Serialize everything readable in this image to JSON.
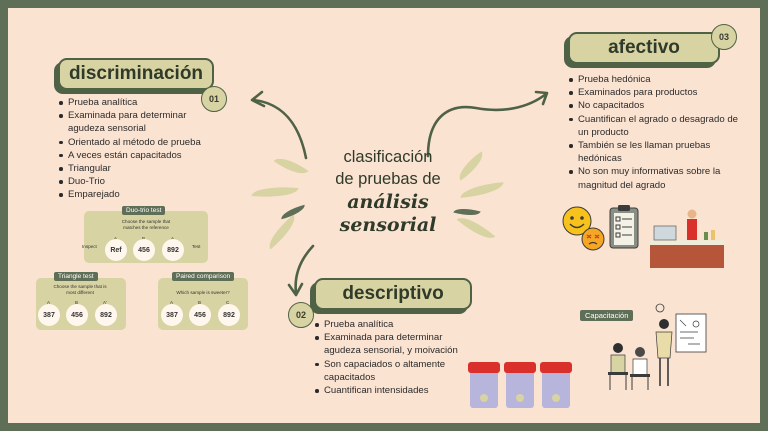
{
  "center": {
    "line1": "clasificación",
    "line2": "de pruebas de",
    "line3": "análisis",
    "line4": "sensorial"
  },
  "discriminacion": {
    "title": "discriminación",
    "number": "01",
    "items": [
      "Prueba analítica",
      "Examinada para determinar agudeza sensorial",
      "Orientado al método de prueba",
      "A veces están capacitados",
      "Triangular",
      "Duo-Trio",
      "Emparejado"
    ]
  },
  "afectivo": {
    "title": "afectivo",
    "number": "03",
    "items": [
      "Prueba hedónica",
      "Examinados para productos",
      "No capacitados",
      "Cuantifican el agrado o desagrado de un producto",
      "También se les llaman pruebas hedónicas",
      "No son muy informativas sobre la magnitud del agrado"
    ]
  },
  "descriptivo": {
    "title": "descriptivo",
    "number": "02",
    "items": [
      "Prueba analítica",
      "Examinada para determinar agudeza sensorial, y moivación",
      "Son capaciados o altamente capacitados",
      "Cuantifican intensidades"
    ]
  },
  "duo_trio": {
    "tag": "Duo-trio test",
    "question": "Choose the sample that matches the reference",
    "left_label": "Inspect",
    "right_label": "Test",
    "samples": [
      {
        "letter": "A",
        "code": "Ref"
      },
      {
        "letter": "B",
        "code": "456"
      },
      {
        "letter": "A",
        "code": "892"
      }
    ]
  },
  "triangle": {
    "tag": "Triangle test",
    "question": "Choose the sample that is most different",
    "samples": [
      {
        "letter": "A",
        "code": "387"
      },
      {
        "letter": "B",
        "code": "456"
      },
      {
        "letter": "A'",
        "code": "892"
      }
    ]
  },
  "paired": {
    "tag": "Paired comparison",
    "question": "Which sample is sweeter?",
    "samples": [
      {
        "letter": "A",
        "code": "387"
      },
      {
        "letter": "B",
        "code": "456"
      },
      {
        "letter": "C",
        "code": "892"
      }
    ]
  },
  "capacitacion": {
    "tag": "Capacitación"
  },
  "colors": {
    "frame": "#5f6e56",
    "background": "#fbe3d2",
    "pill": "#d8d3a2",
    "accent_dark": "#4f6246",
    "cup_lid": "#d9302b",
    "cup_body": "#b8b5dc"
  },
  "icons": [
    "smile-emoji-icon",
    "dizzy-emoji-icon",
    "checklist-clipboard-icon",
    "tasting-bar-illustration",
    "training-people-illustration",
    "sample-cups-illustration"
  ]
}
